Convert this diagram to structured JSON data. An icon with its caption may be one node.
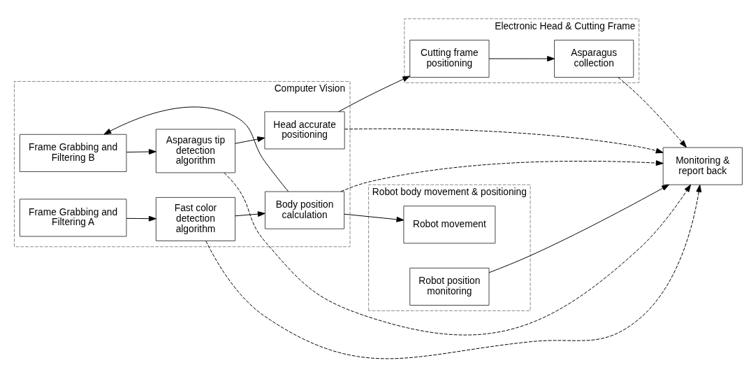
{
  "diagram": {
    "nodes": [
      {
        "text": [
          "Computer Vision"
        ]
      },
      {
        "text": [
          "Frame Grabbing and Filtering B"
        ],
        "in": 0
      },
      {
        "text": [
          "Asparagus tip detection algorithm"
        ],
        "in": 0
      },
      {
        "text": [
          "Head accurate positioning"
        ],
        "in": 0
      },
      {
        "text": [
          "Frame Grabbing and Filtering A"
        ],
        "in": 0
      },
      {
        "text": [
          "Fast color detection algorithm"
        ],
        "in": 0
      },
      {
        "text": [
          "Body position calculation"
        ],
        "in": 0
      },
      {
        "text": [
          "Electronic Head & Cutting Frame"
        ]
      },
      {
        "text": [
          "Cutting frame positioning"
        ],
        "in": 7
      },
      {
        "text": [
          "Asparagus collection"
        ],
        "in": 7
      },
      {
        "text": [
          "Monitoring & report back"
        ]
      },
      {
        "text": [
          "Robot body movement & positioning"
        ]
      },
      {
        "text": [
          "Robot movement"
        ],
        "in": 11
      },
      {
        "text": [
          "Robot position monitoring"
        ],
        "in": 11
      }
    ],
    "edges": [
      {
        "from": 1,
        "to": 2,
        "arrow": "to"
      },
      {
        "from": 2,
        "to": 3,
        "arrow": "to"
      },
      {
        "from": 4,
        "to": 5,
        "arrow": "to"
      },
      {
        "from": 5,
        "to": 6,
        "arrow": "to"
      },
      {
        "from": 3,
        "to": 8,
        "arrow": "to"
      },
      {
        "from": 8,
        "to": 9,
        "arrow": "to"
      },
      {
        "from": 9,
        "to": 10,
        "arrow": "to",
        "style": "dashed"
      },
      {
        "from": 3,
        "to": 10,
        "arrow": "to",
        "style": "dashed"
      },
      {
        "from": 2,
        "to": 10,
        "arrow": "to",
        "style": "dashed"
      },
      {
        "from": 6,
        "to": 1,
        "arrow": "to"
      },
      {
        "from": 5,
        "to": 10,
        "arrow": "to",
        "style": "dashed"
      },
      {
        "from": 6,
        "to": 10,
        "arrow": "to",
        "style": "dashed"
      },
      {
        "from": 6,
        "to": 12,
        "arrow": "to"
      },
      {
        "from": 13,
        "to": 10,
        "arrow": "to"
      }
    ]
  }
}
